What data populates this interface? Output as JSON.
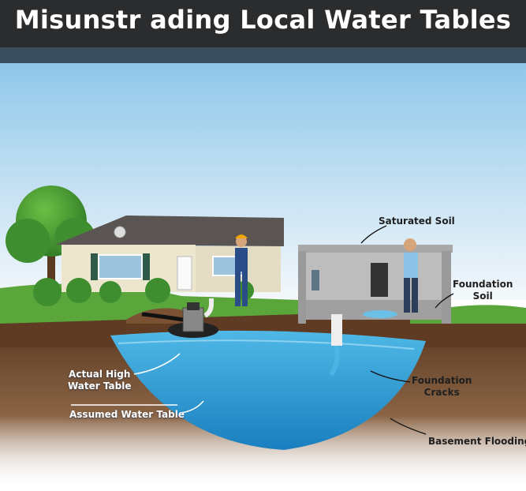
{
  "title": "Misunstr ading Local Water Tables",
  "labels": {
    "saturated_soil": "Saturated Soil",
    "foundation_soil": "Foundation Soil",
    "foundation_soil_line1": "Foundation",
    "foundation_soil_line2": "Soil",
    "actual_high_line1": "Actual High",
    "actual_high_line2": "Water Table",
    "assumed_water_table": "Assumed Water Table",
    "foundation_cracks_line1": "Foundation",
    "foundation_cracks_line2": "Cracks",
    "basement_flooding": "Basement Flooding"
  },
  "colors": {
    "title_bar": "#2b2c2e",
    "sky_top": "#8fc7ea",
    "grass": "#5aa63b",
    "soil": "#6b4428",
    "water": "#2f9fd6"
  }
}
